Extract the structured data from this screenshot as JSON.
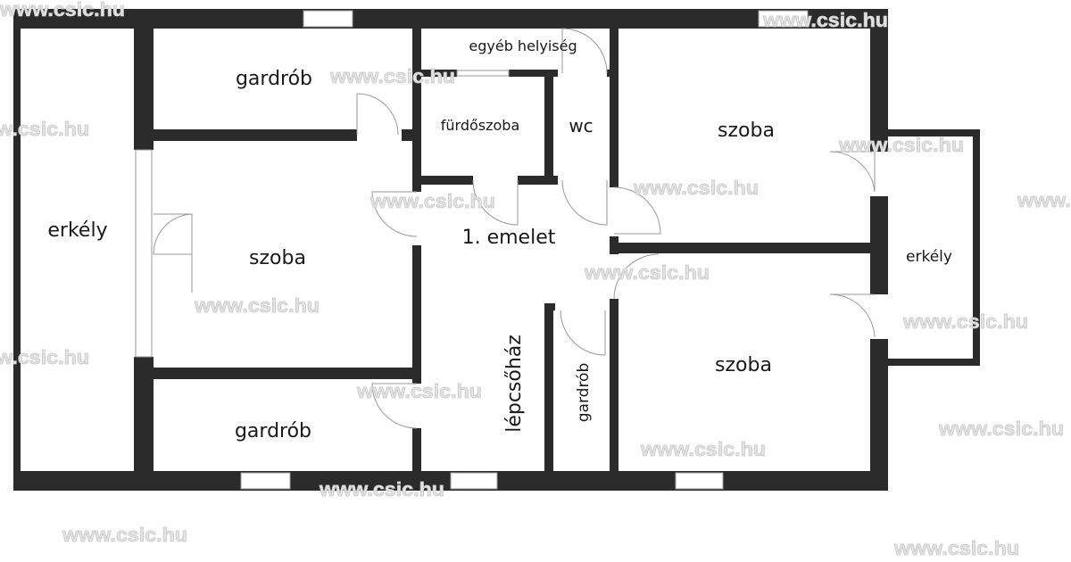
{
  "plan": {
    "floor_label": "1. emelet",
    "rooms": {
      "erkely_left": "erkély",
      "gardrob_top": "gardrób",
      "szoba_left": "szoba",
      "gardrob_bottom": "gardrób",
      "egyeb": "egyéb helyiség",
      "furdoszoba": "fürdőszoba",
      "wc": "wc",
      "lepcsohaz": "lépcsőház",
      "gardrob_small": "gardrób",
      "szoba_top_right": "szoba",
      "szoba_bottom_right": "szoba",
      "erkely_right": "erkély"
    },
    "watermark": "www.csic.hu"
  },
  "colors": {
    "wall": "#2b2b2b",
    "background": "#ffffff"
  }
}
